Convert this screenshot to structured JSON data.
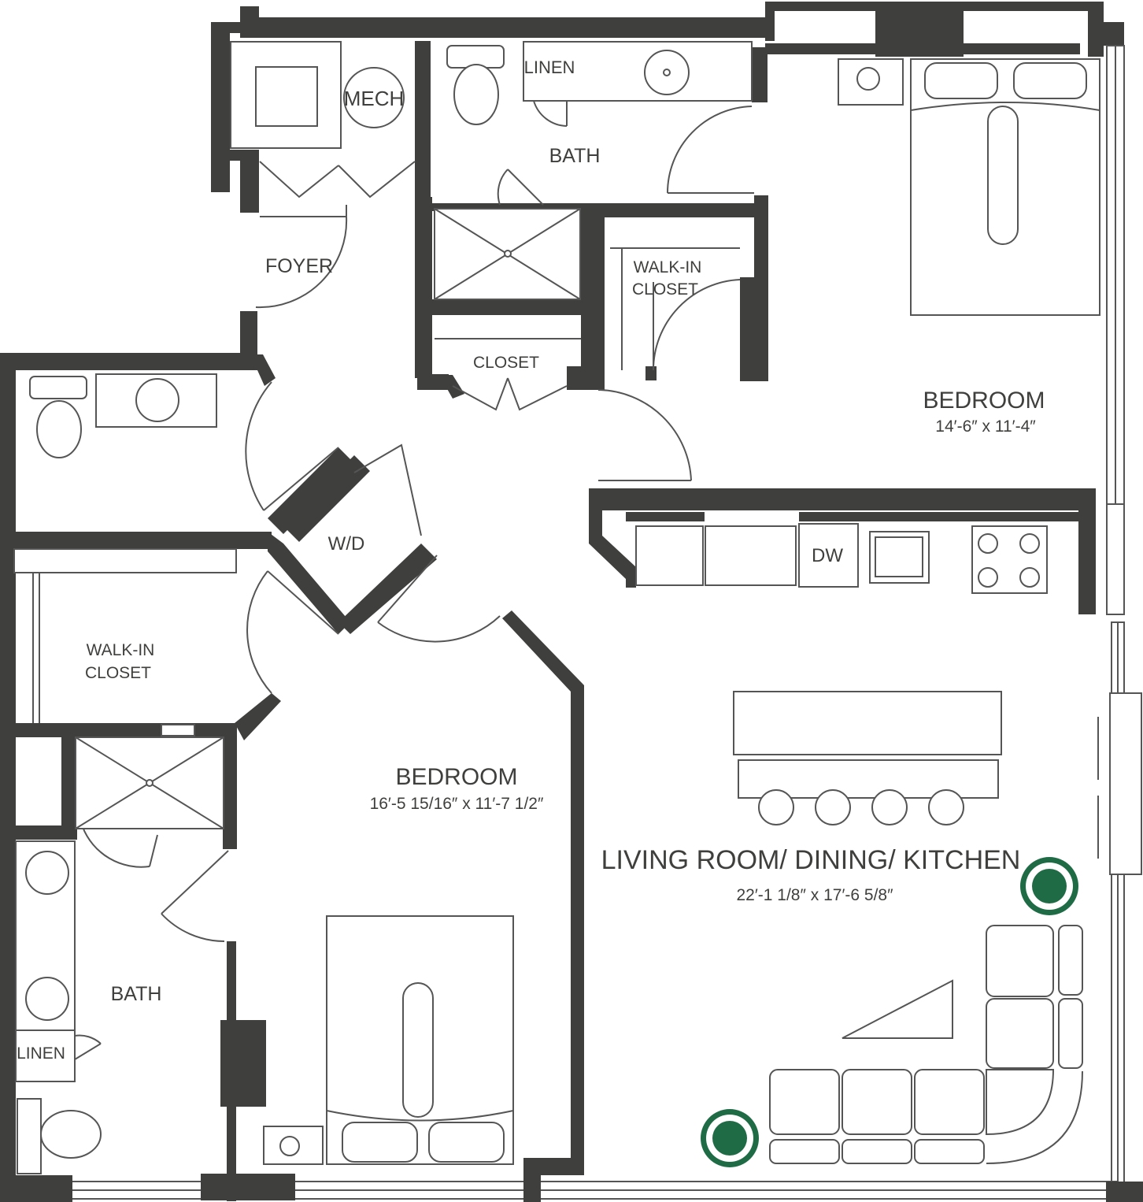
{
  "plan": {
    "rooms": {
      "mech": "MECH",
      "linen_top": "LINEN",
      "bath_top": "BATH",
      "foyer": "FOYER",
      "walkin_top_1": "WALK-IN",
      "walkin_top_2": "CLOSET",
      "closet_top": "CLOSET",
      "bedroom_right_name": "BEDROOM",
      "bedroom_right_dim": "14′-6″ x 11′-4″",
      "wd": "W/D",
      "dw": "DW",
      "walkin_left_1": "WALK-IN",
      "walkin_left_2": "CLOSET",
      "bedroom_left_name": "BEDROOM",
      "bedroom_left_dim": "16′-5 15/16″ x 11′-7 1/2″",
      "living_name": "LIVING ROOM/ DINING/ KITCHEN",
      "living_dim": "22′-1 1/8″ x 17′-6 5/8″",
      "bath_left": "BATH",
      "linen_left": "LINEN"
    },
    "colors": {
      "wall": "#3f403d",
      "line": "#555555",
      "plant": "#1e6b45"
    }
  }
}
